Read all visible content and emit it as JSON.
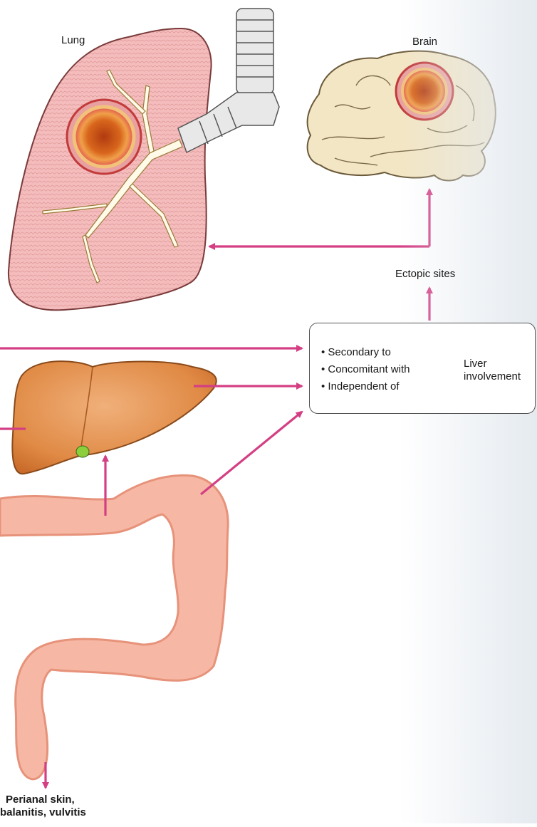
{
  "labels": {
    "lung": "Lung",
    "brain": "Brain",
    "ectopic_sites": "Ectopic sites",
    "liver_involvement_line1": "Liver",
    "liver_involvement_line2": "involvement",
    "perianal_line1": "Perianal skin,",
    "perianal_line2": "balanitis, vulvitis"
  },
  "box_items": [
    "• Secondary to",
    "• Concomitant with",
    "• Independent of"
  ],
  "colors": {
    "arrow": "#d43f84",
    "lung_fill": "#f2b6b6",
    "brain_fill": "#f3e6c4",
    "liver_fill": "#e08a45",
    "colon_fill": "#f6b8a4",
    "lesion": "#c8541a",
    "trachea": "#e4e4e4"
  }
}
